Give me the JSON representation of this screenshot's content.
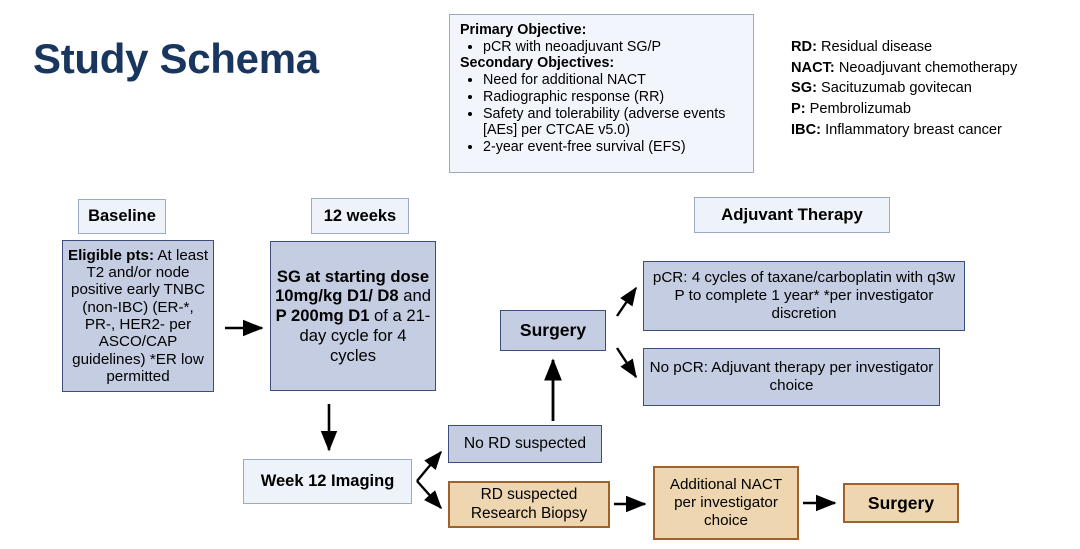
{
  "title": "Study Schema",
  "colors": {
    "title": "#18365e",
    "blue_fill": "#c4cde1",
    "blue_border": "#3c4f7c",
    "tan_fill": "#eed6b0",
    "tan_border": "#a0622d",
    "header_fill": "#eef2f9",
    "header_border": "#9aa9c8"
  },
  "objectives": {
    "primary_heading": "Primary Objective:",
    "primary_items": [
      "pCR with neoadjuvant SG/P"
    ],
    "secondary_heading": "Secondary Objectives:",
    "secondary_items": [
      "Need for additional NACT",
      "Radiographic response (RR)",
      "Safety and tolerability (adverse events [AEs] per CTCAE v5.0)",
      "2-year event-free survival (EFS)"
    ]
  },
  "legend": [
    {
      "abbr": "RD:",
      "definition": "Residual disease"
    },
    {
      "abbr": "NACT:",
      "definition": "Neoadjuvant chemotherapy"
    },
    {
      "abbr": "SG:",
      "definition": "Sacituzumab govitecan"
    },
    {
      "abbr": "P:",
      "definition": "Pembrolizumab"
    },
    {
      "abbr": "IBC:",
      "definition": "Inflammatory breast cancer"
    }
  ],
  "headers": {
    "baseline": "Baseline",
    "twelve_weeks": "12 weeks",
    "adjuvant_therapy": "Adjuvant Therapy"
  },
  "boxes": {
    "eligible": {
      "label": "Eligible pts:",
      "text": "At least T2 and/or node positive early TNBC (non-IBC) (ER-*, PR-, HER2- per ASCO/CAP guidelines) *ER low permitted"
    },
    "treatment": {
      "seg1": "SG at starting dose 10mg/kg D1/ D8",
      "seg2": " and ",
      "seg3": "P 200mg D1",
      "seg4": " of a 21-day cycle for 4 cycles"
    },
    "surgery_1": "Surgery",
    "pcr_arm": "pCR: 4 cycles of taxane/carboplatin with q3w P to complete 1 year* *per investigator discretion",
    "no_pcr_arm": "No pCR: Adjuvant therapy per investigator choice",
    "week12_imaging": "Week 12 Imaging",
    "no_rd_suspected": "No RD suspected",
    "rd_suspected_biopsy": "RD suspected Research Biopsy",
    "additional_nact": "Additional NACT per investigator choice",
    "surgery_2": "Surgery"
  }
}
